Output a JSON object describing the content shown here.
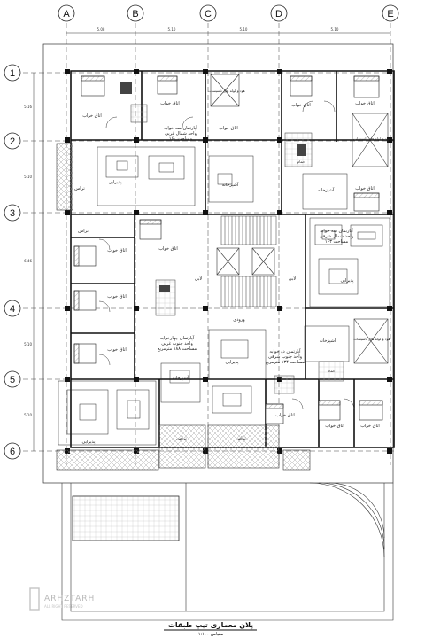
{
  "grid": {
    "columns": [
      "A",
      "B",
      "C",
      "D",
      "E"
    ],
    "rows": [
      "1",
      "2",
      "3",
      "4",
      "5",
      "6"
    ],
    "col_dims": [
      "5.08",
      "5.10",
      "5.10",
      "5.10"
    ],
    "row_dims": [
      "5.16",
      "5.10",
      "6.46",
      "5.10",
      "5.10"
    ]
  },
  "labels": {
    "bedroom": "اتاق خواب",
    "living": "پذیرایی",
    "kitchen": "آشپزخانه",
    "terrace": "تراس",
    "lobby": "لابی",
    "entrance": "ورودی",
    "storage": "انباری",
    "bath": "حمام",
    "shaft": "داکت"
  },
  "units": {
    "u1": [
      "آپارتمان سه خوابه",
      "واحد شمال غربی",
      "مساحت ۱۶۰"
    ],
    "u2": [
      "آپارتمان سه خوابه",
      "واحد شمال شرقی",
      "مساحت ۱۶۳"
    ],
    "u3": [
      "آپارتمان چهارخوابه",
      "واحد جنوب غربی",
      "مساحت ۱۸۸ مترمربع"
    ],
    "u4": [
      "آپارتمان دو خوابه",
      "واحد جنوب شرقی",
      "مساحت ۱۳۴ مترمربع"
    ]
  },
  "notes": {
    "shaft_note": "هود و لوله های تاسیسات"
  },
  "footer": {
    "title": "پلان معماری تیپ طبقات",
    "scale": "مقیاس ۱:۱۰۰"
  },
  "brand": {
    "name": "ARHZTARH",
    "sub": "ALL RIGHT RESERVED"
  }
}
